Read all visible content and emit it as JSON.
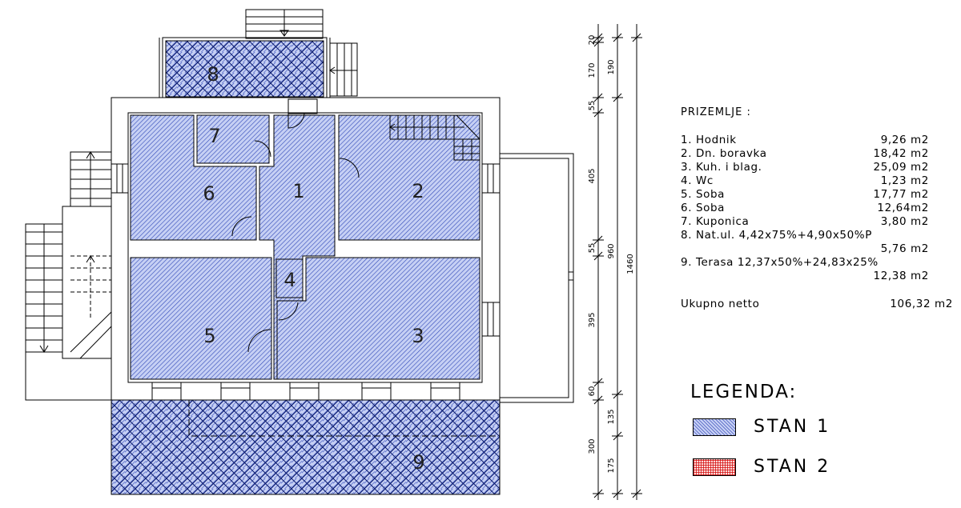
{
  "drawing": {
    "room_numbers": [
      "1",
      "2",
      "3",
      "4",
      "5",
      "6",
      "7",
      "8",
      "9"
    ],
    "dimensions": {
      "top_20": "20",
      "top_170": "170",
      "top_190": "190",
      "d_55a": "55",
      "d_405": "405",
      "d_55b": "55",
      "d_960": "960",
      "d_1460": "1460",
      "d_395": "395",
      "d_60": "60",
      "d_135": "135",
      "d_300": "300",
      "d_175": "175"
    }
  },
  "info": {
    "title": "PRIZEMLJE :",
    "rooms": [
      {
        "label": "1. Hodnik",
        "area": "9,26 m2"
      },
      {
        "label": "2. Dn. boravka",
        "area": "18,42 m2"
      },
      {
        "label": "3. Kuh. i blag.",
        "area": "25,09 m2"
      },
      {
        "label": "4. Wc",
        "area": "1,23 m2"
      },
      {
        "label": "5. Soba",
        "area": "17,77 m2"
      },
      {
        "label": "6. Soba",
        "area": "12,64m2"
      },
      {
        "label": "7. Kuponica",
        "area": "3,80 m2"
      },
      {
        "label": "8. Nat.ul. 4,42x75%+4,90x50%P",
        "area": ""
      },
      {
        "label": "",
        "area": "5,76 m2"
      },
      {
        "label": "9. Terasa 12,37x50%+24,83x25%",
        "area": ""
      },
      {
        "label": "",
        "area": "12,38 m2"
      }
    ],
    "total_label": "Ukupno netto",
    "total_value": "106,32 m2"
  },
  "legend": {
    "title": "LEGENDA:",
    "items": [
      {
        "label": "STAN 1",
        "color": "#2b3fb0"
      },
      {
        "label": "STAN 2",
        "color": "#d40000"
      }
    ]
  }
}
